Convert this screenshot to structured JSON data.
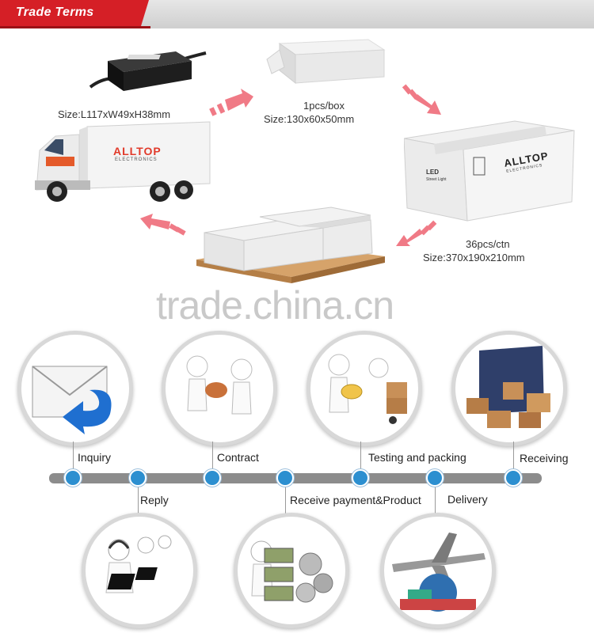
{
  "header": {
    "title": "Trade Terms"
  },
  "products": {
    "driver_size": "Size:L117xW49xH38mm",
    "box_qty": "1pcs/box",
    "box_size": "Size:130x60x50mm",
    "carton_qty": "36pcs/ctn",
    "carton_size": "Size:370x190x210mm",
    "brand": "ALLTOP",
    "brand_sub": "ELECTRONICS",
    "carton_led": "LED",
    "carton_led_sub": "Street Light"
  },
  "watermark": "trade.china.cn",
  "timeline": {
    "top_steps": [
      "Inquiry",
      "Contract",
      "Testing and packing",
      "Receiving"
    ],
    "bottom_steps": [
      "Reply",
      "Receive payment&Product",
      "Delivery"
    ]
  },
  "colors": {
    "accent_red": "#d51f26",
    "timeline_blue": "#2c8fd0",
    "arrow_pink": "#f07a86"
  }
}
